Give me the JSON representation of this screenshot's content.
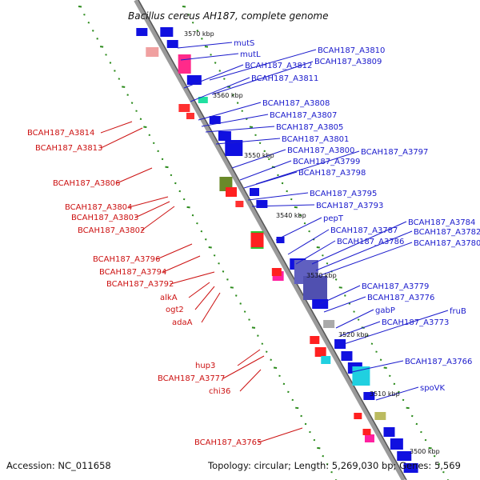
{
  "title": "Bacillus cereus AH187, complete genome",
  "accession": "Accession: NC_011658",
  "summary": "Topology: circular; Length: 5,269,030 bp; Genes: 5,569",
  "colors": {
    "forward_label": "#1a1acc",
    "reverse_label": "#cc1111",
    "forward_arrow": "#1010e0",
    "reverse_arrow": "#ee1111",
    "backbone": "#888888",
    "gc_dash": "#2a8a1a"
  },
  "ruler": [
    "3570 kbp",
    "3560 kbp",
    "3550 kbp",
    "3540 kbp",
    "3530 kbp",
    "3520 kbp",
    "3510 kbp",
    "3500 kbp"
  ],
  "forward_genes": [
    "mutS",
    "mutL",
    "BCAH187_A3810",
    "BCAH187_A3812",
    "BCAH187_A3809",
    "BCAH187_A3811",
    "BCAH187_A3808",
    "BCAH187_A3807",
    "BCAH187_A3805",
    "BCAH187_A3801",
    "BCAH187_A3800",
    "BCAH187_A3797",
    "BCAH187_A3799",
    "BCAH187_A3798",
    "BCAH187_A3795",
    "BCAH187_A3793",
    "pepT",
    "BCAH187_A3787",
    "BCAH187_A3784",
    "BCAH187_A3782",
    "BCAH187_A3786",
    "BCAH187_A3780",
    "BCAH187_A3779",
    "BCAH187_A3776",
    "gabP",
    "fruB",
    "BCAH187_A3773",
    "BCAH187_A3766",
    "spoVK"
  ],
  "reverse_genes": [
    "BCAH187_A3814",
    "BCAH187_A3813",
    "BCAH187_A3806",
    "BCAH187_A3804",
    "BCAH187_A3803",
    "BCAH187_A3802",
    "BCAH187_A3796",
    "BCAH187_A3794",
    "BCAH187_A3792",
    "alkA",
    "ogt2",
    "adaA",
    "hup3",
    "BCAH187_A3777",
    "chi36",
    "BCAH187_A3765"
  ]
}
